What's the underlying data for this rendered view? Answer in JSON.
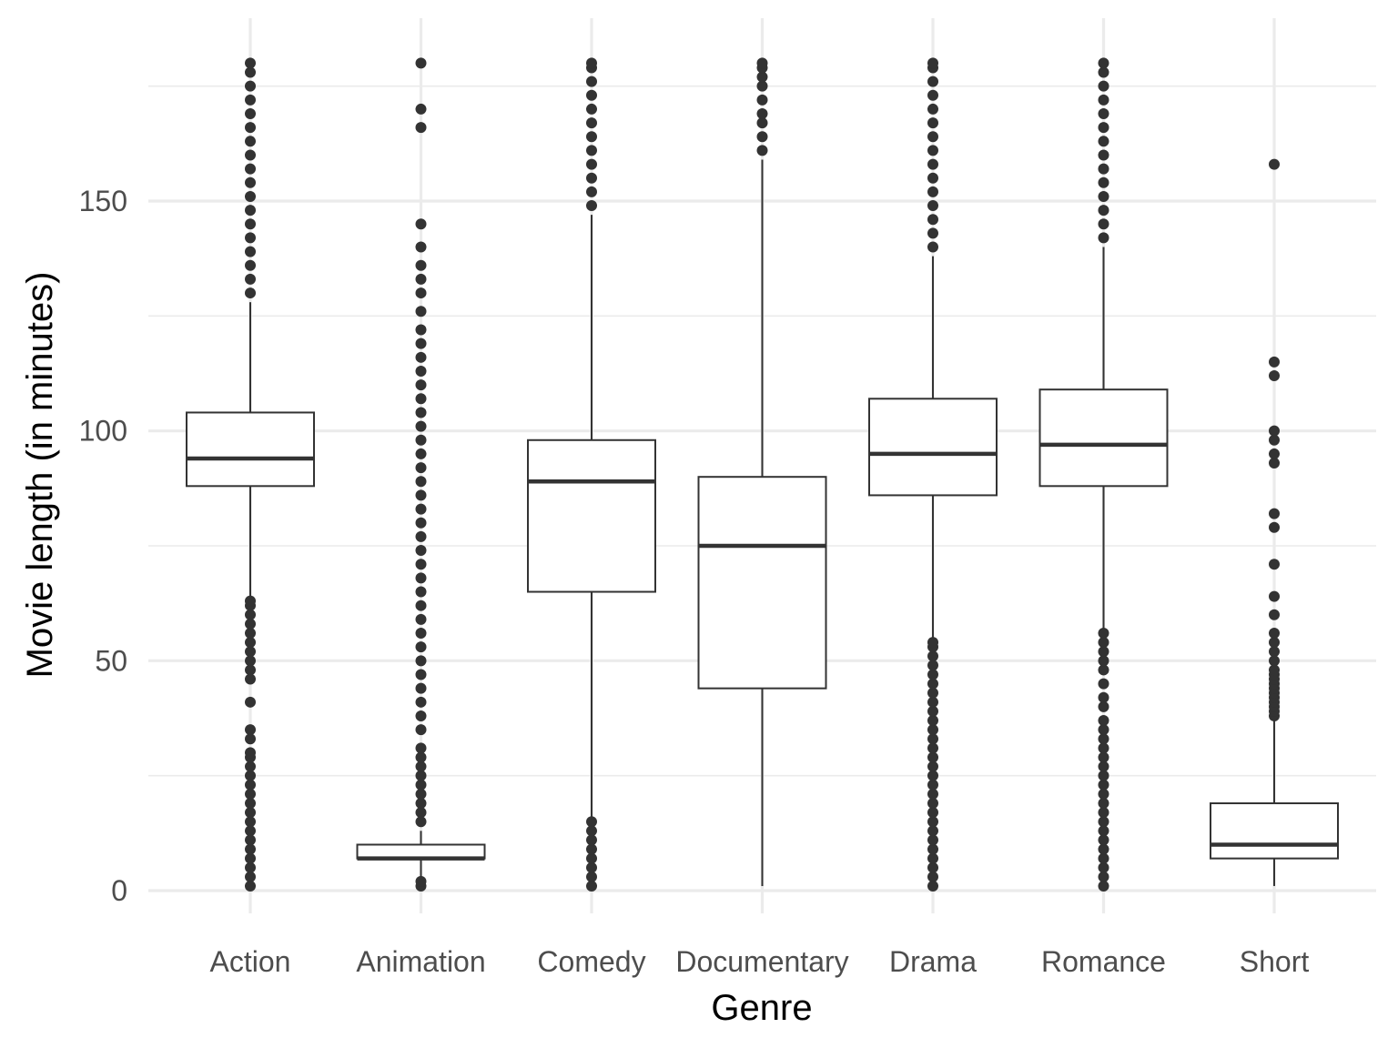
{
  "chart_data": {
    "type": "boxplot",
    "xlabel": "Genre",
    "ylabel": "Movie length (in minutes)",
    "ylim": [
      -6,
      182
    ],
    "yticks": [
      0,
      50,
      100,
      150
    ],
    "grid": true,
    "colors": {
      "box_stroke": "#333333",
      "grid": "#ebebeb",
      "point": "#333333",
      "tick_text": "#4d4d4d"
    },
    "categories": [
      "Action",
      "Animation",
      "Comedy",
      "Documentary",
      "Drama",
      "Romance",
      "Short"
    ],
    "boxes": [
      {
        "name": "Action",
        "q1": 88,
        "median": 94,
        "q3": 104,
        "whisker_low": 64,
        "whisker_high": 128,
        "outliers": [
          1,
          3,
          5,
          7,
          9,
          11,
          13,
          15,
          17,
          19,
          21,
          23,
          25,
          27,
          29,
          30,
          33,
          35,
          41,
          46,
          48,
          50,
          52,
          54,
          56,
          58,
          60,
          62,
          63,
          130,
          133,
          136,
          139,
          142,
          145,
          148,
          151,
          154,
          157,
          160,
          163,
          166,
          169,
          172,
          175,
          178,
          180
        ]
      },
      {
        "name": "Animation",
        "q1": 7,
        "median": 7,
        "q3": 10,
        "whisker_low": 1,
        "whisker_high": 13,
        "outliers": [
          1,
          2,
          15,
          17,
          19,
          21,
          23,
          25,
          27,
          29,
          31,
          35,
          38,
          41,
          44,
          47,
          50,
          53,
          56,
          59,
          62,
          65,
          68,
          71,
          74,
          77,
          80,
          83,
          86,
          89,
          92,
          95,
          98,
          101,
          104,
          107,
          110,
          113,
          116,
          119,
          122,
          126,
          130,
          133,
          136,
          140,
          145,
          166,
          170,
          180
        ]
      },
      {
        "name": "Comedy",
        "q1": 65,
        "median": 89,
        "q3": 98,
        "whisker_low": 16,
        "whisker_high": 147,
        "outliers": [
          1,
          3,
          5,
          7,
          9,
          11,
          13,
          15,
          149,
          152,
          155,
          158,
          161,
          164,
          167,
          170,
          173,
          176,
          179,
          180
        ]
      },
      {
        "name": "Documentary",
        "q1": 44,
        "median": 75,
        "q3": 90,
        "whisker_low": 1,
        "whisker_high": 159,
        "outliers": [
          161,
          164,
          167,
          169,
          172,
          175,
          177,
          179,
          180
        ]
      },
      {
        "name": "Drama",
        "q1": 86,
        "median": 95,
        "q3": 107,
        "whisker_low": 55,
        "whisker_high": 138,
        "outliers": [
          1,
          3,
          5,
          7,
          9,
          11,
          13,
          15,
          17,
          19,
          21,
          23,
          25,
          27,
          29,
          31,
          33,
          35,
          37,
          39,
          41,
          43,
          45,
          47,
          49,
          51,
          53,
          54,
          140,
          143,
          146,
          149,
          152,
          155,
          158,
          161,
          164,
          167,
          170,
          173,
          176,
          179,
          180
        ]
      },
      {
        "name": "Romance",
        "q1": 88,
        "median": 97,
        "q3": 109,
        "whisker_low": 57,
        "whisker_high": 140,
        "outliers": [
          1,
          3,
          5,
          7,
          9,
          11,
          13,
          15,
          17,
          19,
          21,
          23,
          25,
          27,
          29,
          31,
          33,
          35,
          37,
          40,
          42,
          45,
          48,
          50,
          52,
          54,
          56,
          142,
          145,
          148,
          151,
          154,
          157,
          160,
          163,
          166,
          169,
          172,
          175,
          178,
          180
        ]
      },
      {
        "name": "Short",
        "q1": 7,
        "median": 10,
        "q3": 19,
        "whisker_low": 1,
        "whisker_high": 37,
        "outliers": [
          38,
          39,
          40,
          41,
          42,
          43,
          44,
          45,
          46,
          47,
          48,
          50,
          52,
          54,
          56,
          60,
          64,
          71,
          79,
          82,
          93,
          95,
          98,
          100,
          112,
          115,
          158
        ]
      }
    ]
  }
}
